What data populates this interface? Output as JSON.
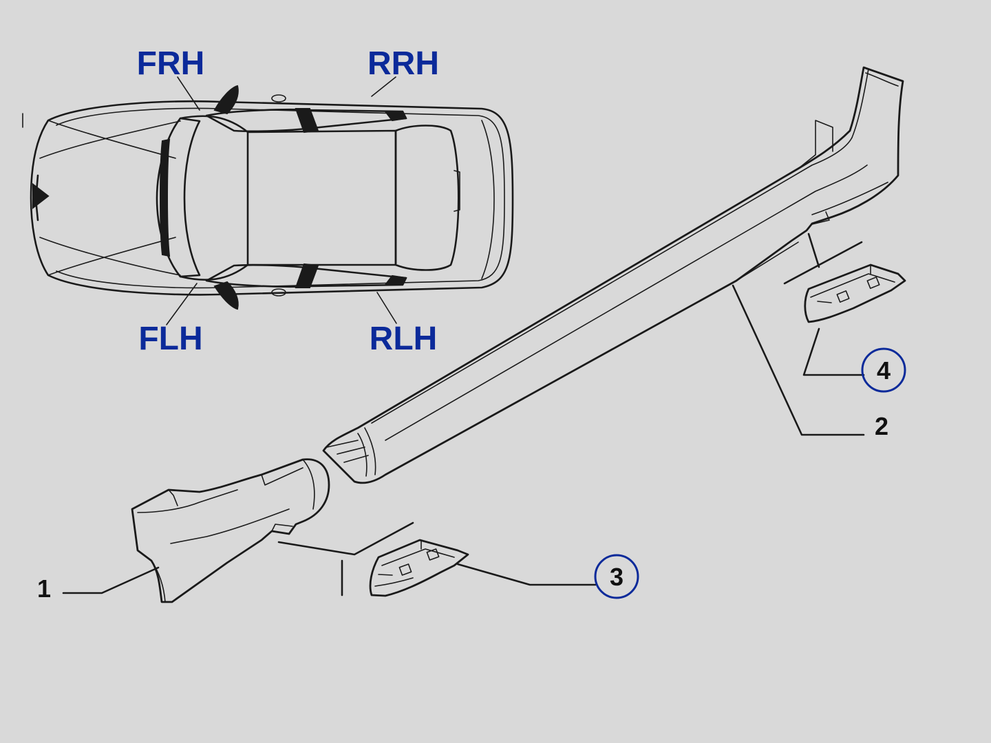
{
  "positions": {
    "front_right": "FRH",
    "rear_right": "RRH",
    "front_left": "FLH",
    "rear_left": "RLH"
  },
  "parts": {
    "p1": "1",
    "p2": "2",
    "p3": "3",
    "p4": "4"
  },
  "colors": {
    "position_label": "#0b2a9a",
    "callout_circle": "#0b2a9a",
    "linework": "#1a1a1a",
    "background": "#d9d9d9"
  }
}
